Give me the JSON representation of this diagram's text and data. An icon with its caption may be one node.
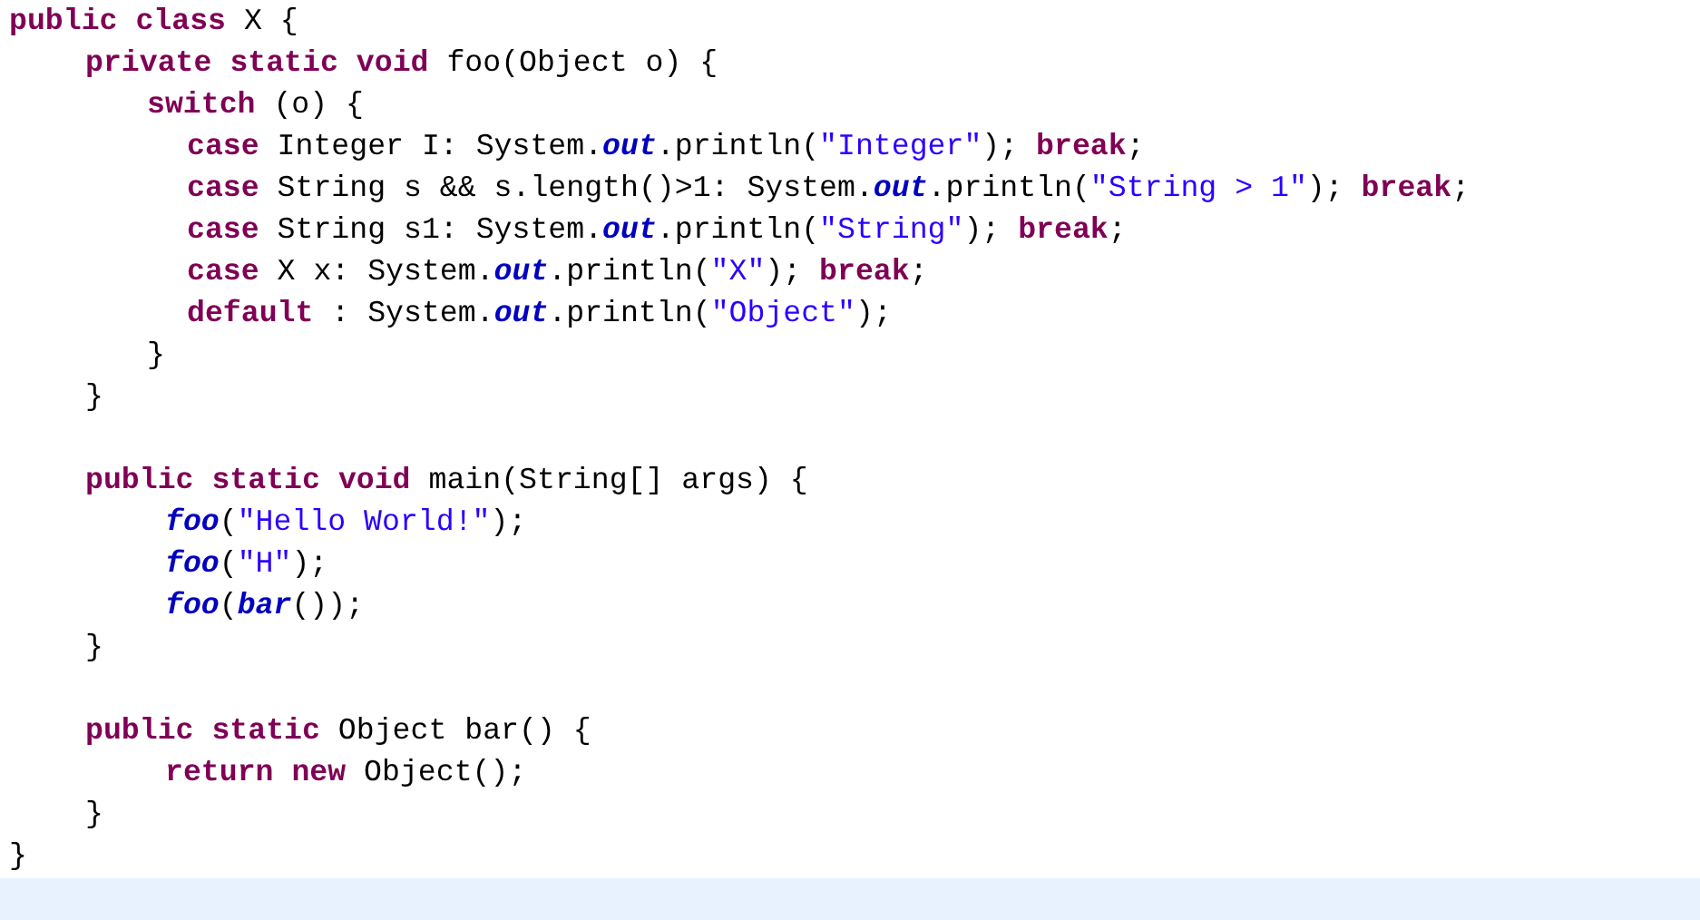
{
  "diagram": {
    "labels": [
      "**public** **class** X {",
      "**private** **static** **void** foo(Object o) {",
      "**switch** (o) {",
      "**case** Integer I: System.*out*.println(\"Integer\"); **break**;",
      "**case** String s && s.length()>1: System.*out*.println(\"String > 1\"); **break**;",
      "**case** String s1: System.*out*.println(\"String\"); **break**;",
      "**case** X x: System.*out*.println(\"X\"); **break**;",
      "**default** : System.*out*.println(\"Object\");",
      "}",
      "}",
      "**public** **static** **void** main(String[] args) {",
      "*foo*(\"Hello World!\");",
      "*foo*(\"H\");",
      "*foo*(*bar*());",
      "}",
      "**public** **static** Object bar() {",
      "**return** **new** Object();",
      "}",
      "}"
    ]
  }
}
